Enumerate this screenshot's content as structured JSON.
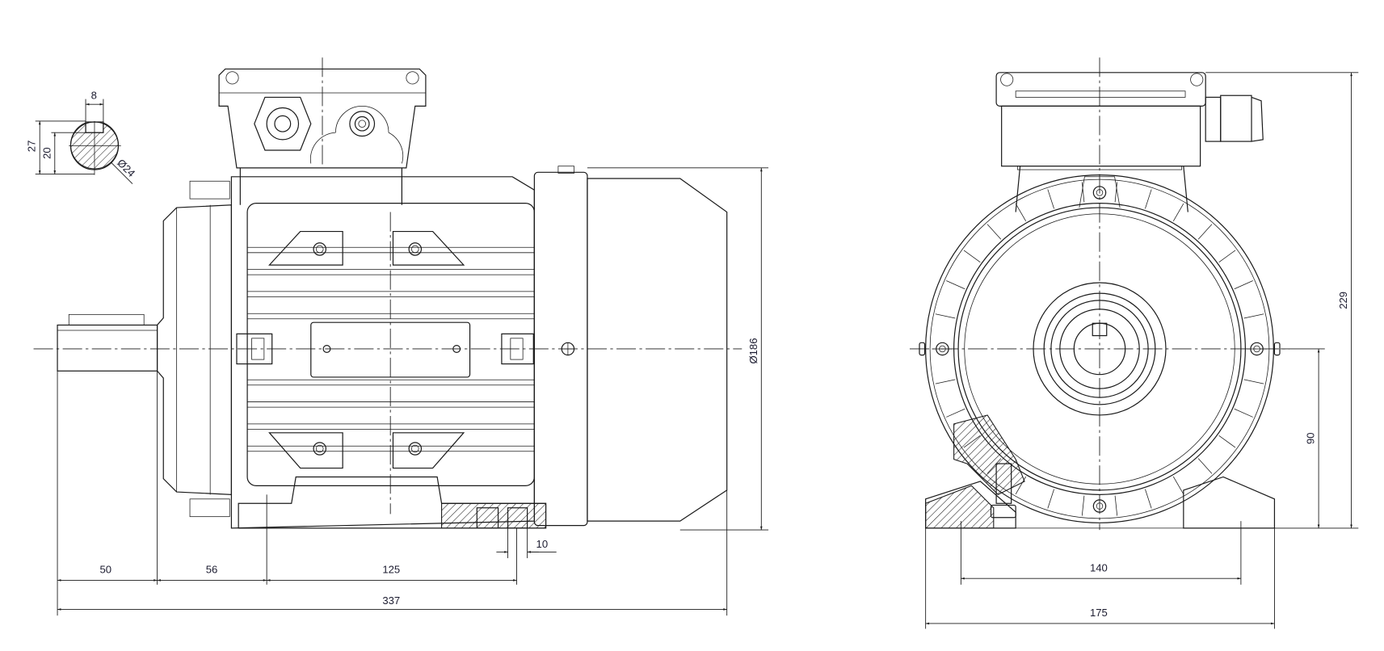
{
  "drawing": {
    "title": "Electric motor dimensional drawing (B3 foot mount)",
    "line_color": "#1a1a1a",
    "text_color": "#1c1c30"
  },
  "shaft_section": {
    "key_width": "8",
    "height_over_key": "27",
    "key_seat_depth": "20",
    "shaft_diameter": "Ø24"
  },
  "side_view": {
    "shaft_length": "50",
    "flange_to_foot_hole": "56",
    "foot_hole_spacing": "125",
    "foot_hole_dia": "10",
    "overall_length": "337",
    "body_diameter": "Ø186"
  },
  "front_view": {
    "overall_height": "229",
    "shaft_height": "90",
    "foot_hole_spacing": "140",
    "foot_width": "175"
  }
}
